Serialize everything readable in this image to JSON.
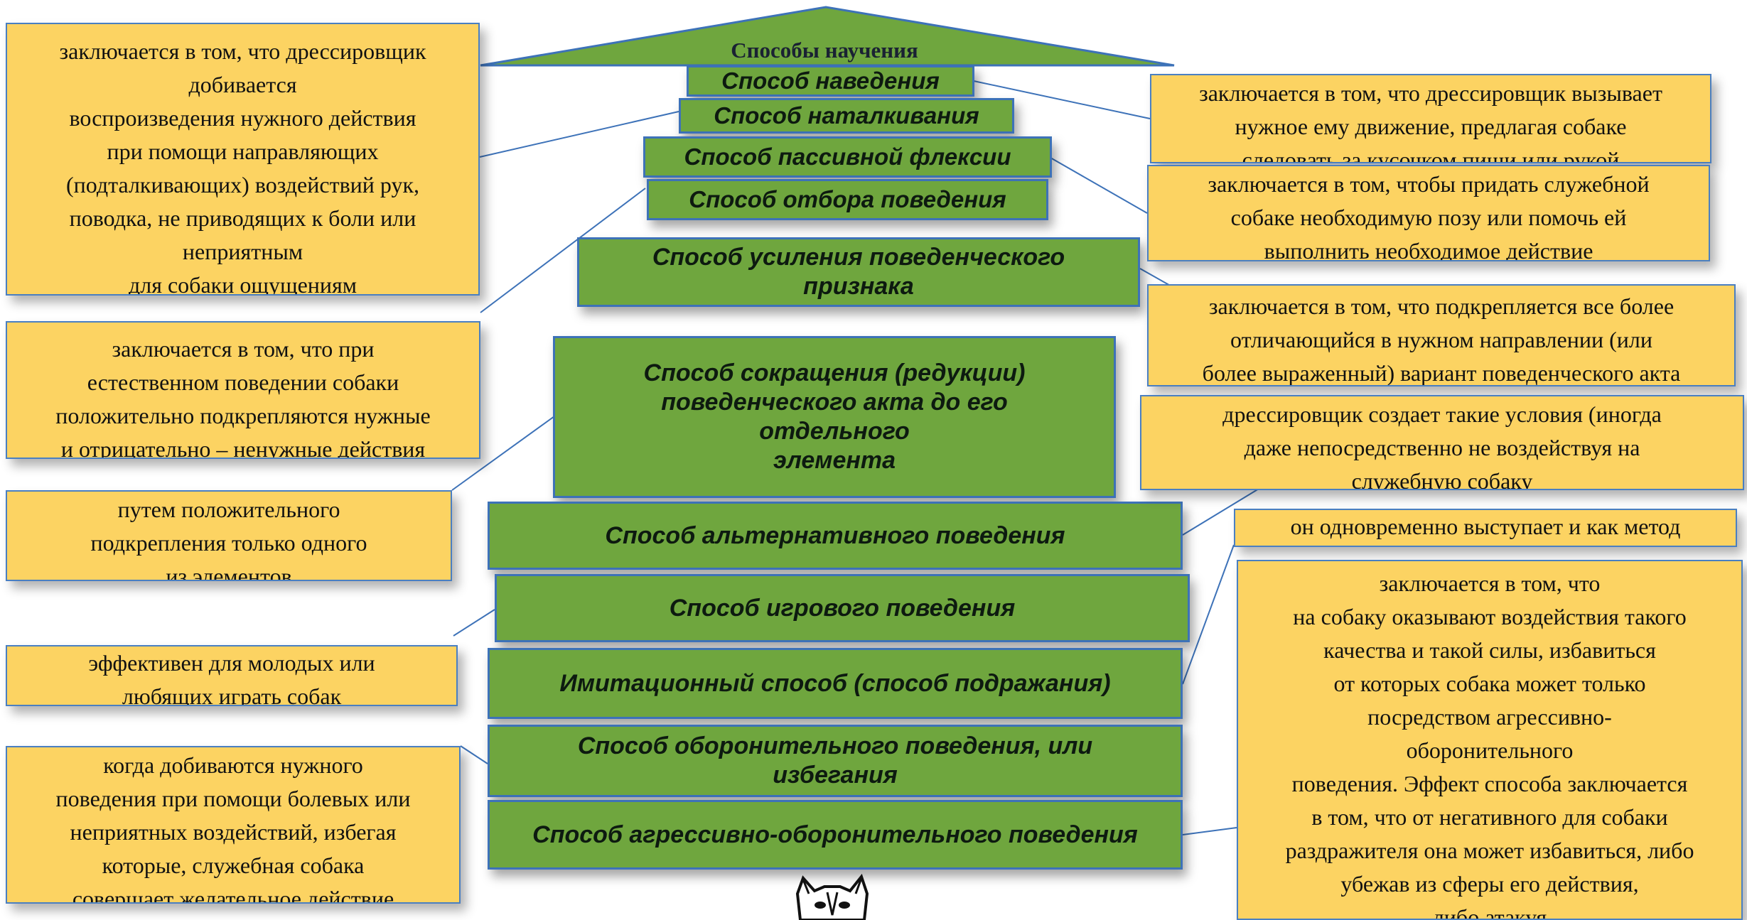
{
  "title": "Способы научения",
  "methods": [
    "Способ наведения",
    "Способ наталкивания",
    "Способ пассивной флексии",
    "Способ отбора поведения",
    "Способ усиления поведенческого\nпризнака",
    "Способ сокращения (редукции)\nповеденческого акта до его\nотдельного\nэлемента",
    "Способ альтернативного поведения",
    "Способ игрового поведения",
    "Имитационный способ (способ подражания)",
    "Способ оборонительного поведения, или\nизбегания",
    "Способ агрессивно-оборонительного поведения"
  ],
  "descriptions": {
    "left_top": "заключается в том, что дрессировщик\nдобивается\nвоспроизведения нужного действия\nпри помощи направляющих\n(подталкивающих) воздействий рук,\nповодка, не приводящих к боли или\nнеприятным\nдля собаки ощущениям",
    "left_2": "заключается в том, что при\nестественном поведении собаки\nположительно подкрепляются нужные\nи отрицательно – ненужные действия",
    "left_3": "путем положительного\nподкрепления только одного\nиз элементов",
    "left_4": "эффективен для молодых или\nлюбящих играть собак",
    "left_5": "когда добиваются нужного\nповедения при помощи болевых или\nнеприятных воздействий, избегая\nкоторые, служебная собака\nсовершает желательное действие",
    "right_1": "заключается в том, что дрессировщик вызывает\nнужное ему движение, предлагая собаке\nследовать за кусочком пищи или рукой",
    "right_2": "заключается в том, чтобы придать служебной\nсобаке необходимую позу или помочь ей\nвыполнить необходимое действие",
    "right_3": "заключается в том, что подкрепляется все более\nотличающийся в нужном направлении (или\nболее выраженный) вариант поведенческого акта",
    "right_4": "дрессировщик создает такие условия (иногда\nдаже непосредственно не воздействуя на\nслужебную собаку",
    "right_5": "он одновременно выступает и как метод",
    "right_6": "заключается в том, что\nна собаку оказывают воздействия такого\nкачества и такой силы, избавиться\nот которых собака может только\nпосредством агрессивно-\nоборонительного\nповедения. Эффект способа заключается\nв том, что от негативного для собаки\nраздражителя она может избавиться, либо\nубежав из сферы его действия,\nлибо атакуя"
  },
  "colors": {
    "method_fill": "#6fa63e",
    "method_border": "#3d72b8",
    "desc_fill": "#fcd362",
    "roof_fill": "#6fa63e",
    "connector": "#3d72b8"
  }
}
